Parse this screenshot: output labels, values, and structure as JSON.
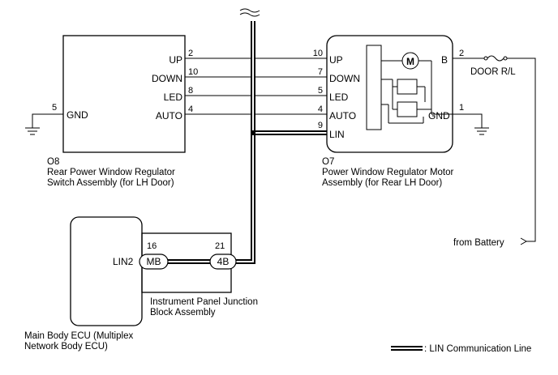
{
  "switch_component": {
    "id": "O8",
    "name_line1": "Rear Power Window Regulator",
    "name_line2": "Switch Assembly (for LH Door)",
    "terminals": [
      {
        "label": "UP",
        "pin": "2"
      },
      {
        "label": "DOWN",
        "pin": "10"
      },
      {
        "label": "LED",
        "pin": "8"
      },
      {
        "label": "AUTO",
        "pin": "4"
      }
    ],
    "gnd_label": "GND",
    "gnd_pin": "5"
  },
  "motor_component": {
    "id": "O7",
    "name_line1": "Power Window Regulator Motor",
    "name_line2": "Assembly (for Rear LH Door)",
    "terminals": [
      {
        "label": "UP",
        "pin": "10"
      },
      {
        "label": "DOWN",
        "pin": "7"
      },
      {
        "label": "LED",
        "pin": "5"
      },
      {
        "label": "AUTO",
        "pin": "4"
      },
      {
        "label": "LIN",
        "pin": "9"
      }
    ],
    "motor_symbol": "M",
    "b_label": "B",
    "b_pin": "2",
    "gnd_label": "GND",
    "gnd_pin": "1"
  },
  "fuse": {
    "label": "DOOR R/L"
  },
  "battery": {
    "label": "from Battery"
  },
  "ecu": {
    "name_line1": "Main Body ECU (Multiplex",
    "name_line2": "Network Body ECU)",
    "lin_label": "LIN2"
  },
  "junction_block": {
    "name_line1": "Instrument Panel Junction",
    "name_line2": "Block Assembly",
    "connector_left": "MB",
    "connector_left_pin": "16",
    "connector_right": "4B",
    "connector_right_pin": "21"
  },
  "legend": {
    "label": ": LIN Communication Line"
  }
}
